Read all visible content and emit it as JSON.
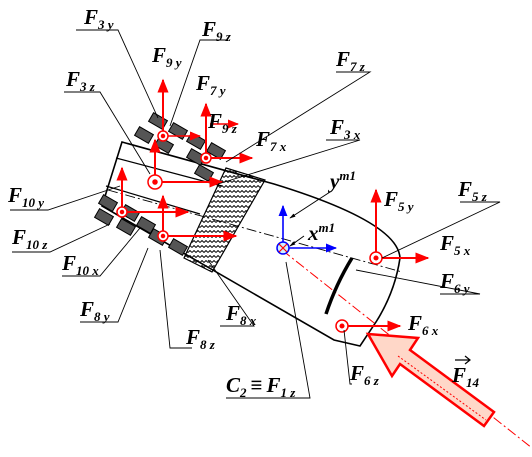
{
  "diagram": {
    "colors": {
      "force": "#ff0000",
      "axis": "#0000ff",
      "leader": "#000000",
      "arrow_fill": "#ffd7c8"
    },
    "labels": {
      "F3y": {
        "main": "F",
        "sub": "3 y"
      },
      "F9z": {
        "main": "F",
        "sub": "9 z"
      },
      "F9y": {
        "main": "F",
        "sub": "9 y"
      },
      "F7y": {
        "main": "F",
        "sub": "7 y"
      },
      "F7z": {
        "main": "F",
        "sub": "7 z"
      },
      "F3z": {
        "main": "F",
        "sub": "3 z"
      },
      "F9zb": {
        "main": "F",
        "sub": "9 z"
      },
      "F7x": {
        "main": "F",
        "sub": "7 x"
      },
      "F3x": {
        "main": "F",
        "sub": "3 x"
      },
      "F10y": {
        "main": "F",
        "sub": "10 y"
      },
      "F10z": {
        "main": "F",
        "sub": "10 z"
      },
      "F10x": {
        "main": "F",
        "sub": "10 x"
      },
      "F8y": {
        "main": "F",
        "sub": "8 y"
      },
      "F8z": {
        "main": "F",
        "sub": "8 z"
      },
      "F8x": {
        "main": "F",
        "sub": "8 x"
      },
      "F5y": {
        "main": "F",
        "sub": "5 y"
      },
      "F5z": {
        "main": "F",
        "sub": "5 z"
      },
      "F5x": {
        "main": "F",
        "sub": "5 x"
      },
      "F6y": {
        "main": "F",
        "sub": "6 y"
      },
      "F6x": {
        "main": "F",
        "sub": "6 x"
      },
      "F6z": {
        "main": "F",
        "sub": "6 z"
      },
      "F14": {
        "main": "F",
        "sub": "14"
      },
      "ym1": {
        "main": "y",
        "sub": "m1"
      },
      "xm1": {
        "main": "x",
        "sub": "m1"
      },
      "C2": {
        "main": "C",
        "sub": "2",
        "eq": "≡",
        "main2": "F",
        "sub2": "1 z"
      }
    }
  }
}
